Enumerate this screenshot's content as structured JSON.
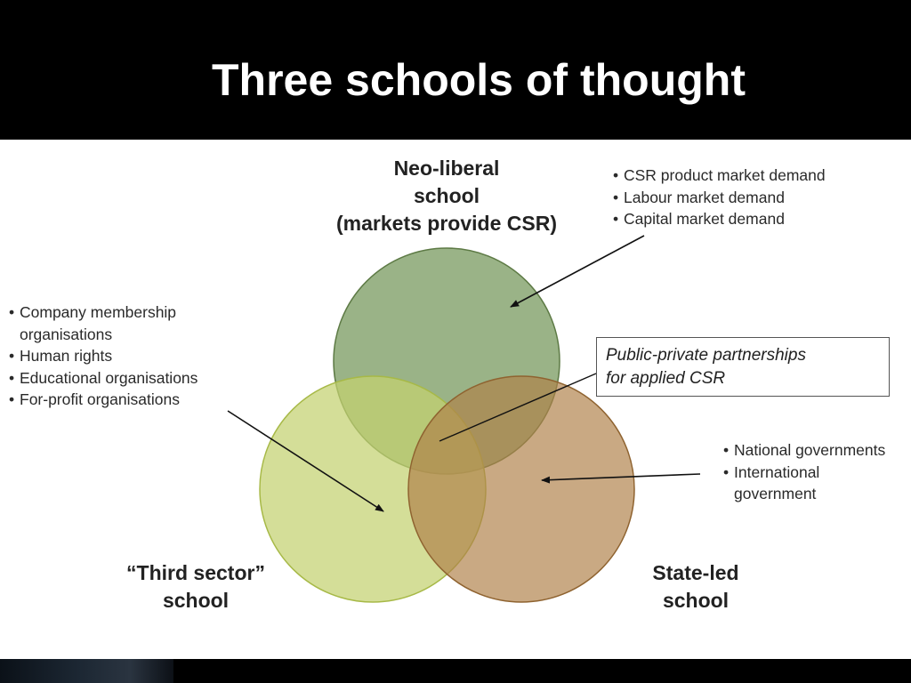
{
  "slide": {
    "title": "Three schools of thought"
  },
  "colors": {
    "header_bar": "#000000",
    "neo_liberal_circle": "#7d9e65",
    "third_sector_circle": "#c4d170",
    "state_led_circle": "#b08048"
  },
  "venn": {
    "neo_liberal": {
      "label_lines": [
        "Neo-liberal",
        "school",
        "(markets provide CSR)"
      ],
      "bullets": [
        [
          "CSR product market demand"
        ],
        [
          "Labour market demand"
        ],
        [
          "Capital market demand"
        ]
      ]
    },
    "third_sector": {
      "label_lines": [
        "“Third sector”",
        "school"
      ],
      "bullets": [
        [
          "Company membership",
          "organisations"
        ],
        [
          "Human rights"
        ],
        [
          "Educational organisations"
        ],
        [
          "For-profit organisations"
        ]
      ]
    },
    "state_led": {
      "label_lines": [
        "State-led",
        "school"
      ],
      "bullets": [
        [
          "National governments"
        ],
        [
          "International",
          "government"
        ]
      ]
    },
    "overlap_box": {
      "lines": [
        "Public-private partnerships",
        "for applied CSR"
      ]
    }
  }
}
